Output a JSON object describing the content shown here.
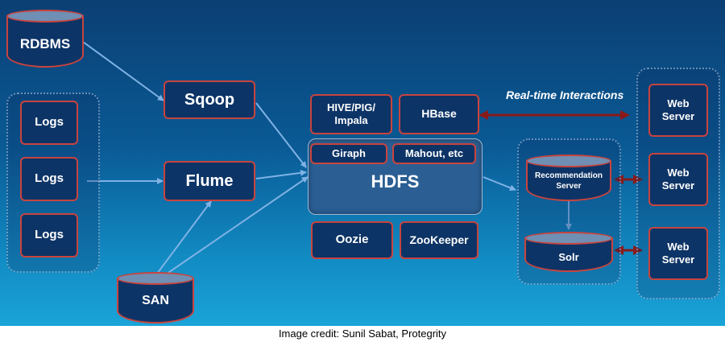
{
  "nodes": {
    "rdbms": "RDBMS",
    "logs": [
      "Logs",
      "Logs",
      "Logs"
    ],
    "san": "SAN",
    "sqoop": "Sqoop",
    "flume": "Flume",
    "hive_pig_impala": [
      "HIVE/PIG/",
      "Impala"
    ],
    "hbase": "HBase",
    "giraph": "Giraph",
    "mahout": "Mahout, etc",
    "hdfs": "HDFS",
    "oozie": "Oozie",
    "zookeeper": "ZooKeeper",
    "recommendation_server": [
      "Recommendation",
      "Server"
    ],
    "solr": "Solr",
    "web_server": [
      "Web",
      "Server"
    ]
  },
  "annotations": {
    "realtime": "Real-time Interactions"
  },
  "credit": "Image credit: Sunil Sabat, Protegrity",
  "colors": {
    "background_top": "#0b3f73",
    "background_bottom": "#1aa4d8",
    "box_fill": "#0d3466",
    "box_border": "#c8443e",
    "flow_arrow": "#7fb2e5",
    "interaction_arrow": "#8a1a1a"
  }
}
